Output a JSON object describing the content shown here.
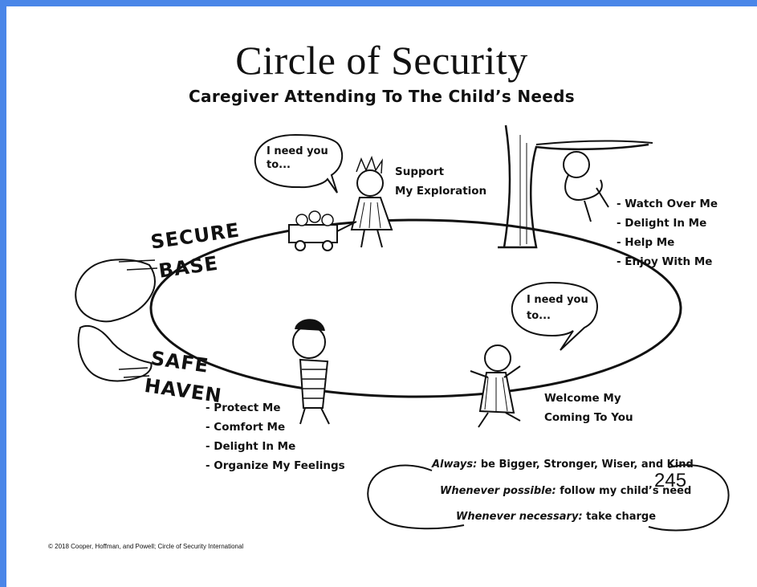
{
  "title": "Circle of Security",
  "subtitle": "Caregiver Attending To The Child’s Needs",
  "bubble_top": [
    "I need you",
    "to..."
  ],
  "bubble_right": [
    "I need you",
    "to..."
  ],
  "support": [
    "Support",
    "My Exploration"
  ],
  "secure_base": [
    "SECURE",
    "BASE"
  ],
  "safe_haven": [
    "SAFE",
    "HAVEN"
  ],
  "top_needs": [
    "- Watch Over Me",
    "- Delight In Me",
    "- Help Me",
    "- Enjoy With Me"
  ],
  "bottom_needs": [
    "- Protect Me",
    "- Comfort Me",
    "- Delight In Me",
    "- Organize My Feelings"
  ],
  "welcome": [
    "Welcome My",
    "Coming To You"
  ],
  "principles": [
    {
      "lead": "Always:",
      "rest": " be Bigger, Stronger, Wiser, and Kind"
    },
    {
      "lead": "Whenever possible:",
      "rest": " follow my child’s need"
    },
    {
      "lead": "Whenever necessary:",
      "rest": " take charge"
    }
  ],
  "page_number": "245",
  "copyright": "© 2018 Cooper, Hoffman, and Powell; Circle of Security International"
}
